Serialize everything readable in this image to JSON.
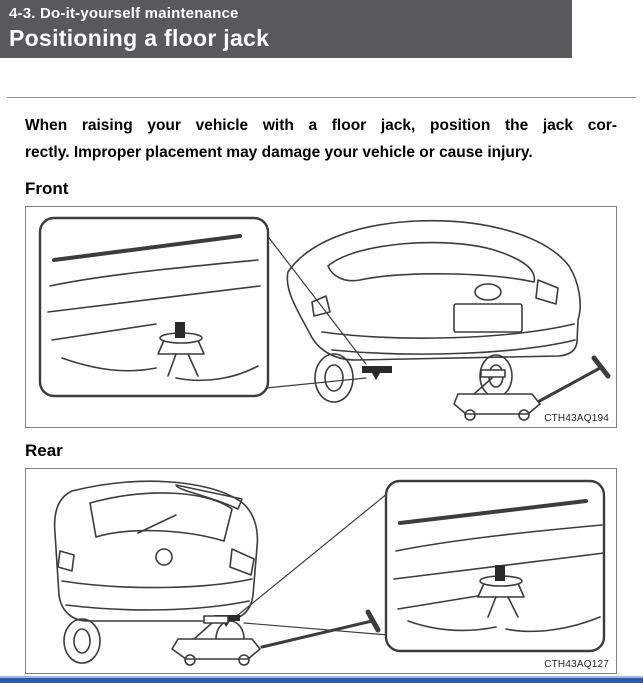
{
  "page": {
    "breadcrumb": "4-3. Do-it-yourself maintenance",
    "title": "Positioning a floor jack"
  },
  "intro": {
    "lines": [
      "When raising your vehicle with a floor jack, position the jack cor-",
      "rectly. Improper placement may damage your vehicle or cause injury."
    ]
  },
  "sections": [
    {
      "label": "Front",
      "figure_code": "CTH43AQ194"
    },
    {
      "label": "Rear",
      "figure_code": "CTH43AQ127"
    }
  ],
  "colors": {
    "header_bg": "#58595b",
    "footer_bar": "#2c5ca9",
    "line_art": "#3c3c3c"
  }
}
